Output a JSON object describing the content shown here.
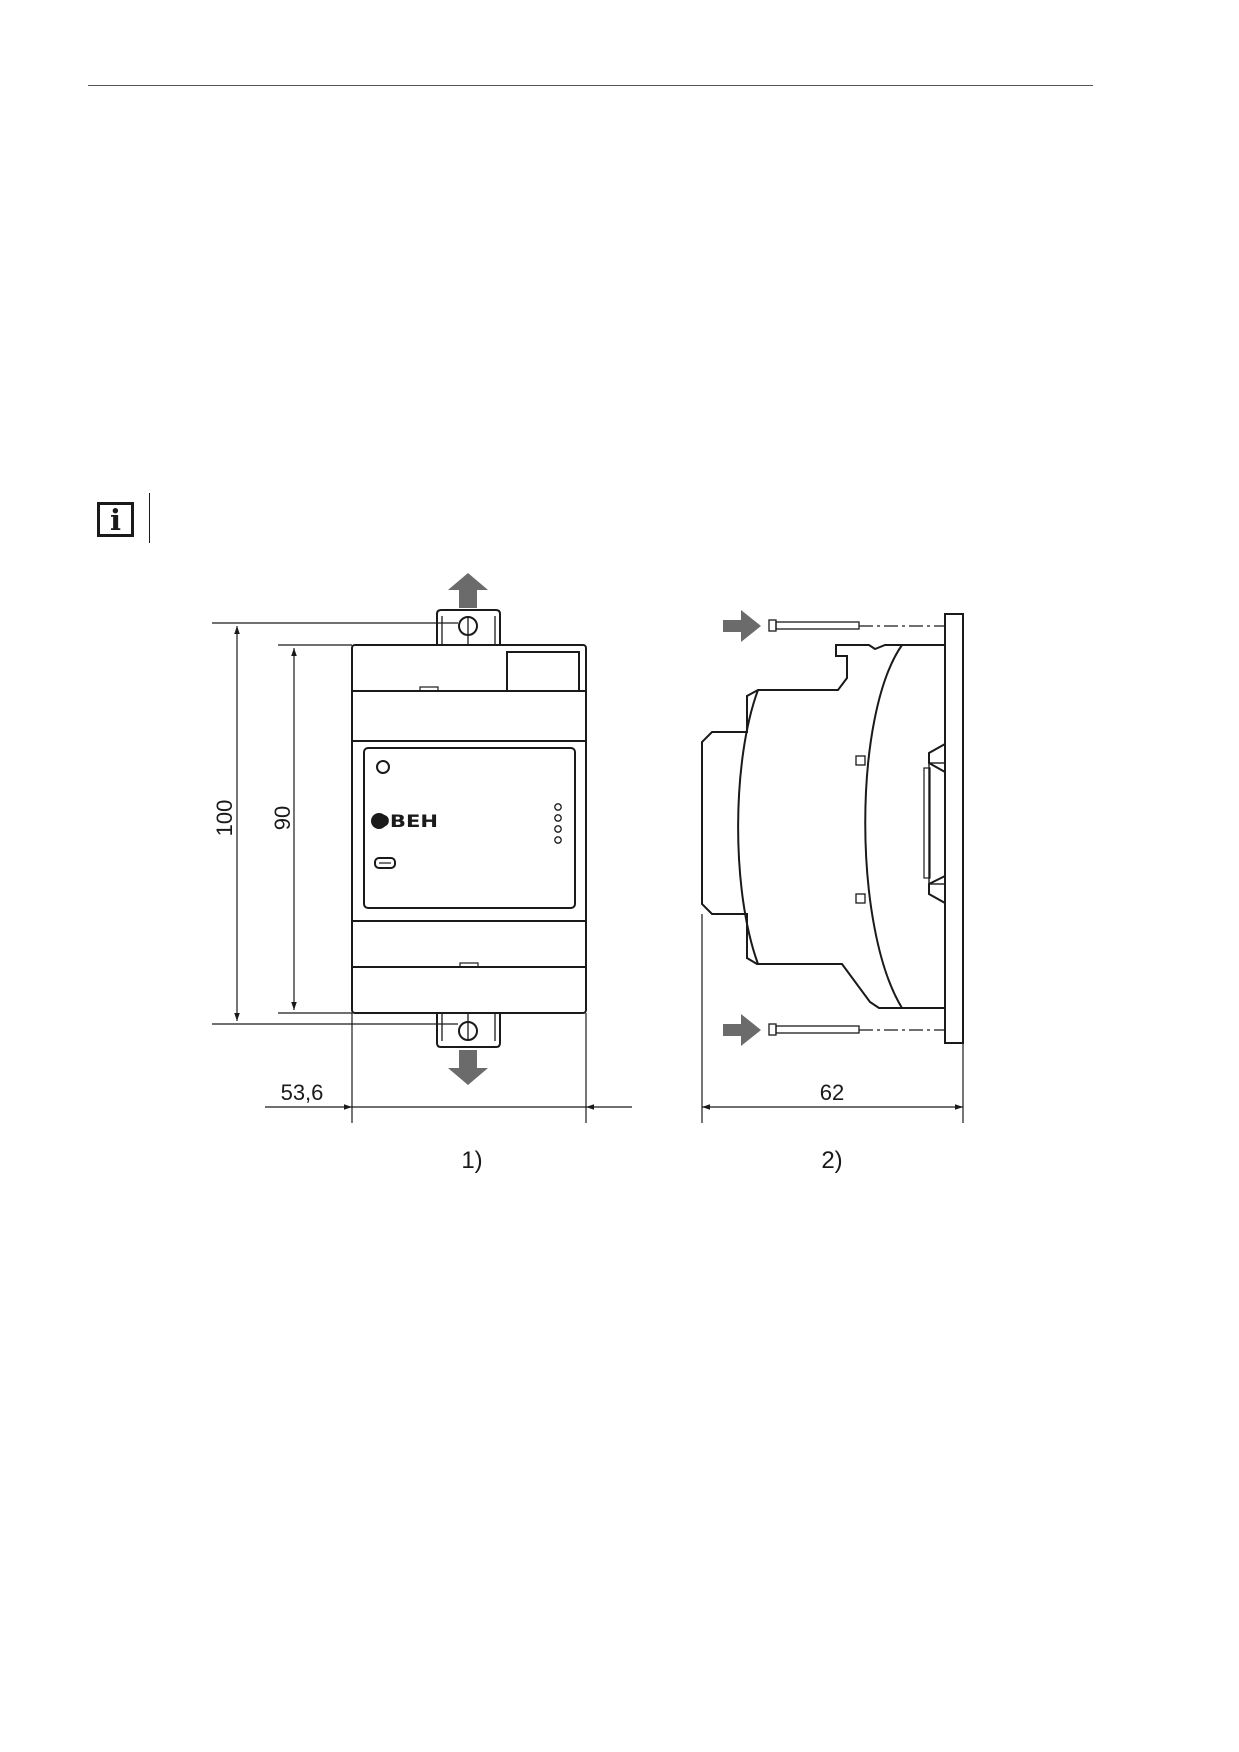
{
  "note": {
    "icon": "info-icon",
    "glyph": "i"
  },
  "figure": {
    "front_view": {
      "label": "1)",
      "logo_text": "ОВЕН",
      "dim_outer_height": "100",
      "dim_inner_height": "90",
      "dim_width": "53,6"
    },
    "side_view": {
      "label": "2)",
      "dim_depth": "62"
    }
  },
  "colors": {
    "line": "#1a1a1a",
    "arrow": "#6b6b6b"
  }
}
